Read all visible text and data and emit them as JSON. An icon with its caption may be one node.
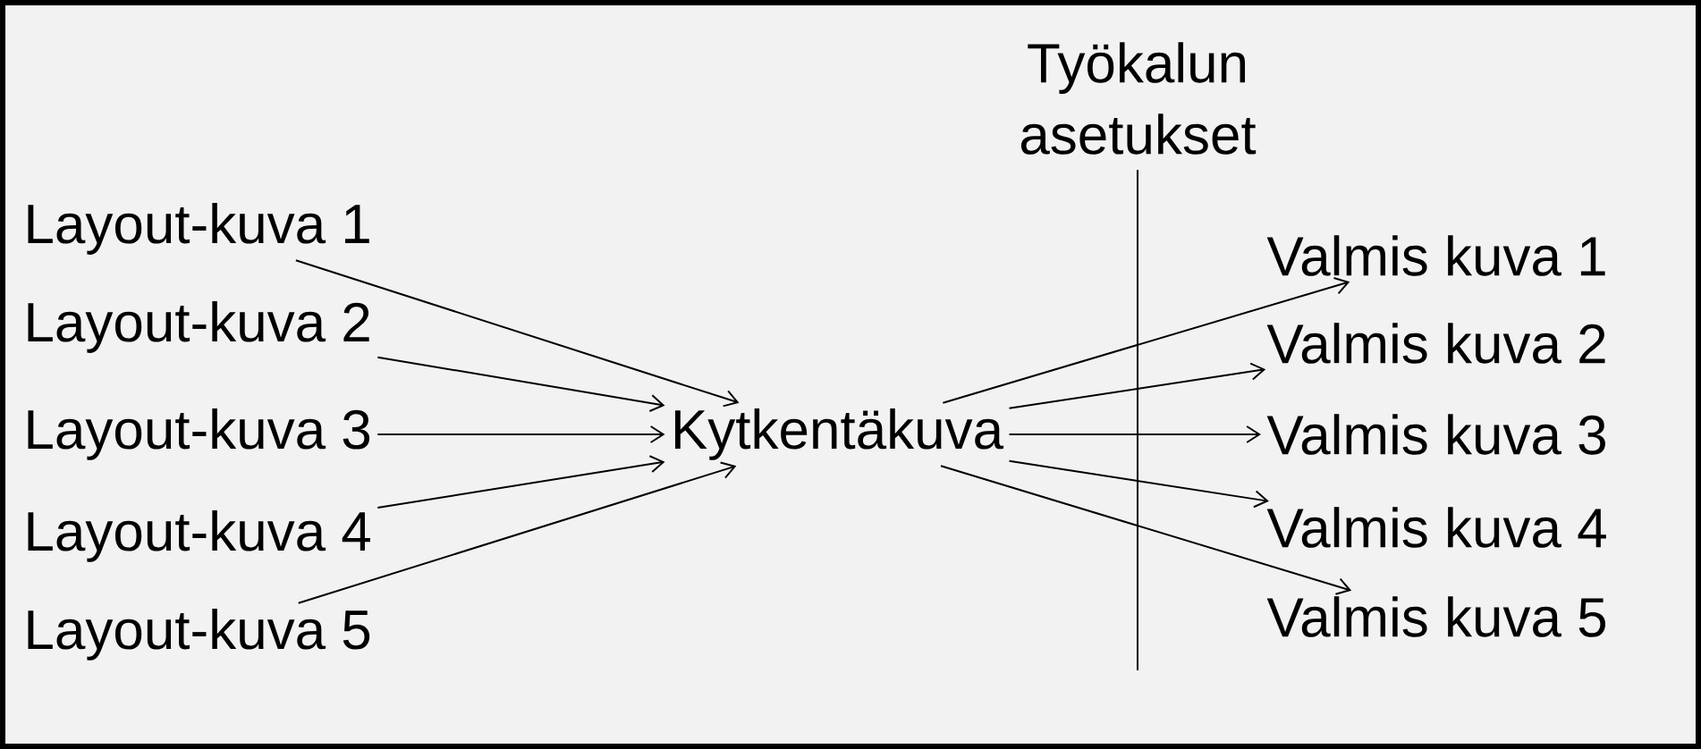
{
  "diagram": {
    "nodes": [
      {
        "text": [
          "Layout-kuva 1"
        ]
      },
      {
        "text": [
          "Layout-kuva 2"
        ]
      },
      {
        "text": [
          "Layout-kuva 3"
        ]
      },
      {
        "text": [
          "Layout-kuva 4"
        ]
      },
      {
        "text": [
          "Layout-kuva 5"
        ]
      },
      {
        "text": [
          "Kytkentäkuva"
        ]
      },
      {
        "text": [
          "Valmis kuva 1"
        ]
      },
      {
        "text": [
          "Valmis kuva 2"
        ]
      },
      {
        "text": [
          "Valmis kuva 3"
        ]
      },
      {
        "text": [
          "Valmis kuva 4"
        ]
      },
      {
        "text": [
          "Valmis kuva 5"
        ]
      }
    ],
    "edges": [
      {
        "from": 0,
        "to": 5,
        "arrow": "to"
      },
      {
        "from": 1,
        "to": 5,
        "arrow": "to"
      },
      {
        "from": 2,
        "to": 5,
        "arrow": "to"
      },
      {
        "from": 3,
        "to": 5,
        "arrow": "to"
      },
      {
        "from": 4,
        "to": 5,
        "arrow": "to"
      },
      {
        "from": 5,
        "to": 6,
        "arrow": "to"
      },
      {
        "from": 5,
        "to": 7,
        "arrow": "to"
      },
      {
        "from": 5,
        "to": 8,
        "arrow": "to"
      },
      {
        "from": 5,
        "to": 9,
        "arrow": "to"
      },
      {
        "from": 5,
        "to": 10,
        "arrow": "to"
      }
    ],
    "labels": [
      "Työkalun asetukset"
    ]
  }
}
